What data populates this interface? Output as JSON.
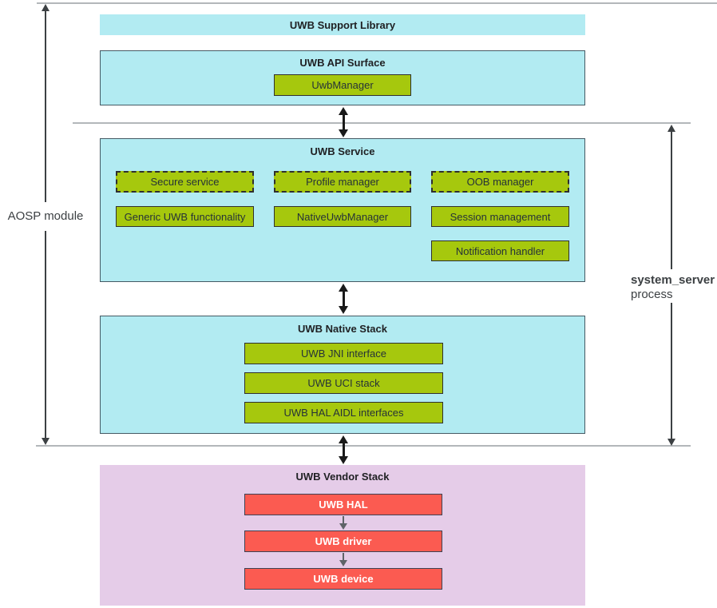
{
  "diagram": {
    "side_labels": {
      "aosp_module": "AOSP module",
      "system_server": "system_server",
      "process": "process"
    },
    "support_library": {
      "title": "UWB Support Library"
    },
    "api_surface": {
      "title": "UWB API Surface",
      "uwb_manager": "UwbManager"
    },
    "service": {
      "title": "UWB Service",
      "secure_service": "Secure service",
      "profile_manager": "Profile manager",
      "oob_manager": "OOB manager",
      "generic_functionality": "Generic UWB functionality",
      "native_uwb_manager": "NativeUwbManager",
      "session_management": "Session management",
      "notification_handler": "Notification handler"
    },
    "native_stack": {
      "title": "UWB Native Stack",
      "jni_interface": "UWB JNI interface",
      "uci_stack": "UWB UCI stack",
      "hal_aidl_interfaces": "UWB HAL AIDL interfaces"
    },
    "vendor_stack": {
      "title": "UWB Vendor Stack",
      "hal": "UWB HAL",
      "driver": "UWB driver",
      "device": "UWB device"
    },
    "colors": {
      "layer_fill_cyan": "#b2ebf2",
      "module_fill_green": "#a6c80d",
      "vendor_fill_purple": "#e5cce8",
      "vendor_module_red": "#fb5b51",
      "arrow_black": "#1a1a1a",
      "separator_gray": "#b3b7ba"
    }
  }
}
